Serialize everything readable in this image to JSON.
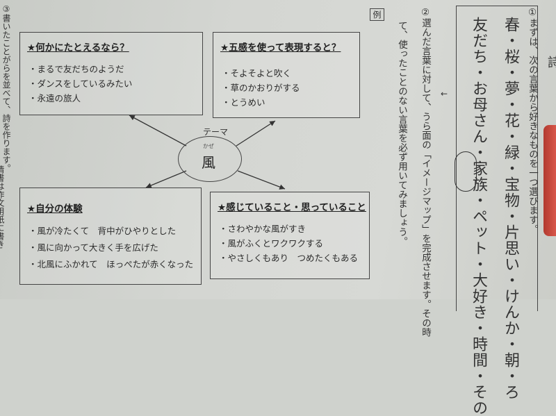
{
  "left_edge_text": "③書いたことがらを並べて、詩を作ります。",
  "left_edge_text2": "清書は作文用紙に書き",
  "theme_label": "テーマ",
  "theme_ruby": "かぜ",
  "theme_word": "風",
  "boxes": {
    "top_left": {
      "title": "★何かにたとえるなら？",
      "items": [
        "まるで友だちのようだ",
        "ダンスをしているみたい",
        "永遠の旅人"
      ]
    },
    "top_right": {
      "title": "★五感を使って表現すると？",
      "items": [
        "そよそよと吹く",
        "草のかおりがする",
        "とうめい"
      ]
    },
    "bottom_left": {
      "title": "★自分の体験",
      "items": [
        "風が冷たくて　背中がひやりとした",
        "風に向かって大きく手を広げた",
        "北風にふかれて　ほっぺたが赤くなった"
      ]
    },
    "bottom_right": {
      "title": "★感じていること・思っていること",
      "items": [
        "さわやかな風がすき",
        "風がふくとワクワクする",
        "やさしくもあり　つめたくもある"
      ]
    }
  },
  "example_label": "例",
  "instruction2": {
    "col1": "②選んだ言葉に対して、うら面の「イメージマップ」を完成させます。その時",
    "col2": "て、使ったことのない言葉を必ず用いてみましょう。"
  },
  "instruction1": "①まずは、次の言葉から好きなものを一つ選びます。",
  "word_list": {
    "col1": "春・桜・夢・花・緑・宝物・片思い・けんか・朝・ろ",
    "col2": "友だち・お母さん・家族・ペット・大好き・時間・その"
  },
  "right_edge_text": "詩"
}
